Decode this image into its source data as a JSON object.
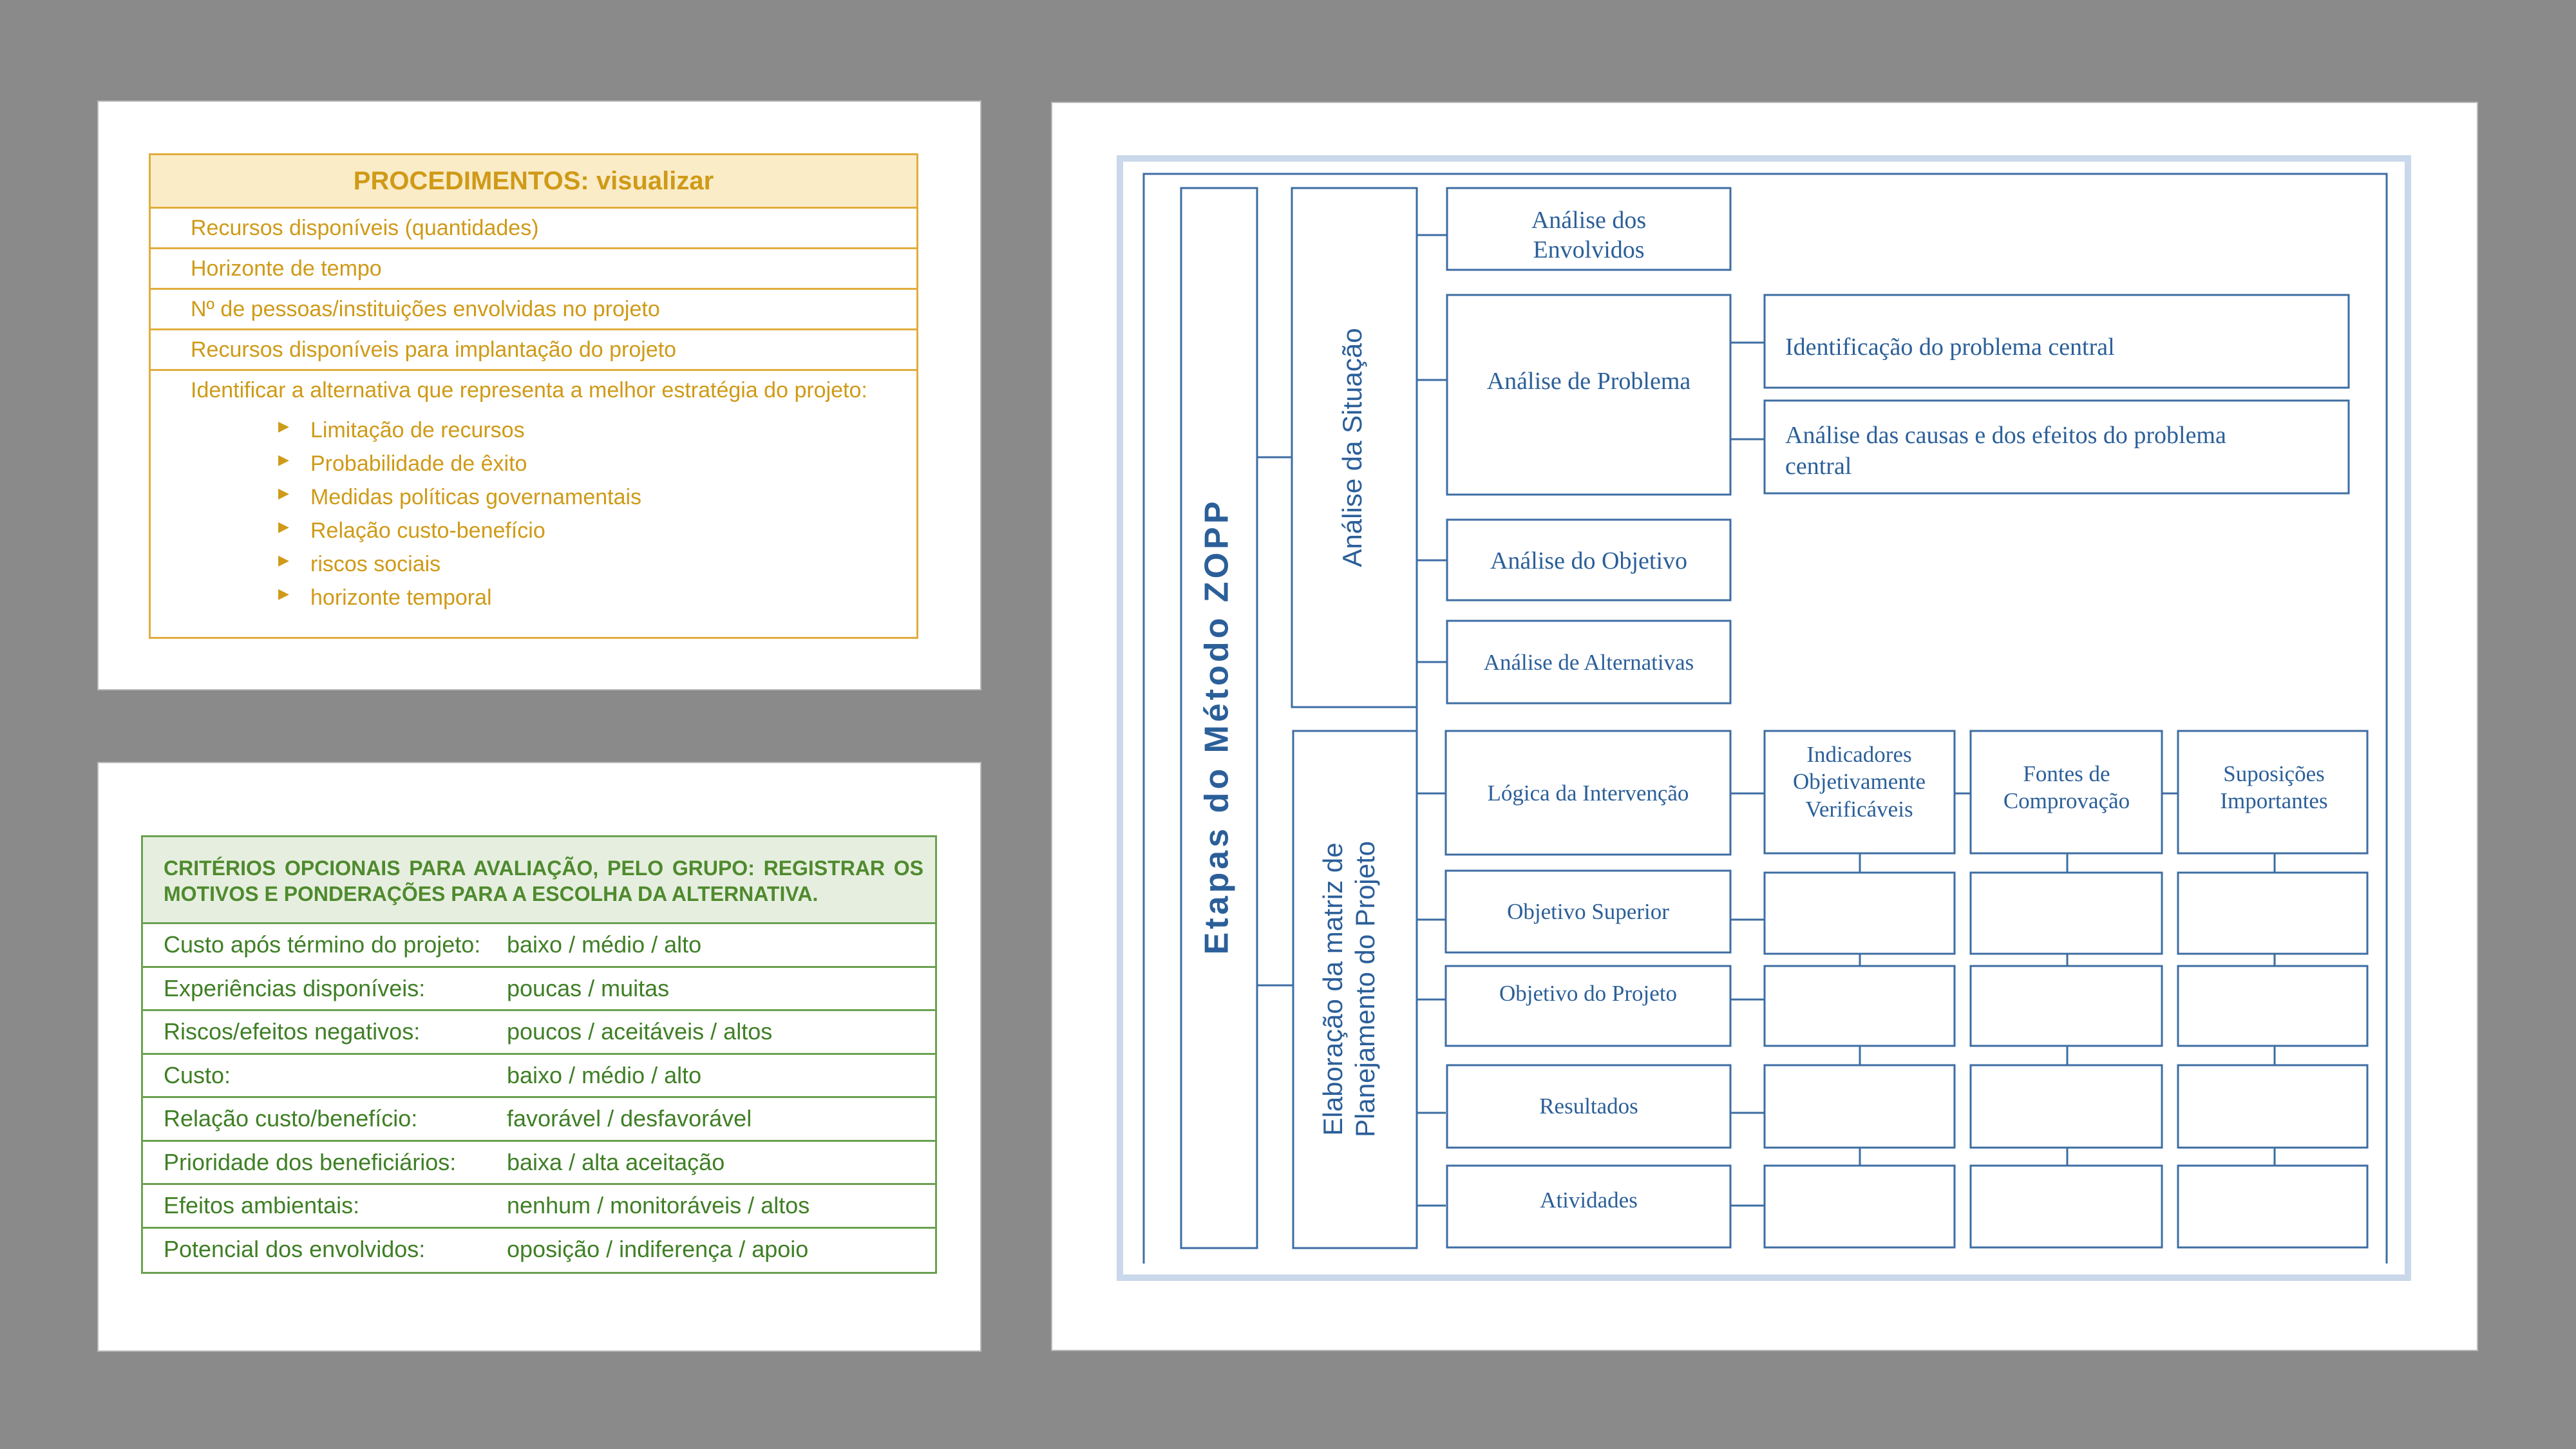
{
  "procedures": {
    "title": "PROCEDIMENTOS: visualizar",
    "rows": [
      "Recursos disponíveis (quantidades)",
      "Horizonte de tempo",
      "Nº de pessoas/instituições envolvidas no projeto",
      "Recursos disponíveis para implantação do projeto"
    ],
    "alternative_heading": "Identificar a alternativa que representa a melhor estratégia do projeto:",
    "bullets": [
      "Limitação de recursos",
      "Probabilidade de êxito",
      "Medidas políticas governamentais",
      "Relação custo-benefício",
      "riscos sociais",
      "horizonte temporal"
    ],
    "bullet_glyph": "▶",
    "colors": {
      "text": "#cf9a17",
      "border": "#e0ad3c",
      "header_bg": "#fbecc8"
    }
  },
  "criteria": {
    "title": "CRITÉRIOS OPCIONAIS PARA AVALIAÇÃO, PELO GRUPO: REGISTRAR OS MOTIVOS E PONDERAÇÕES PARA A ESCOLHA DA ALTERNATIVA.",
    "rows": [
      {
        "label": "Custo após término do projeto:",
        "value": "baixo / médio / alto"
      },
      {
        "label": "Experiências disponíveis:",
        "value": "poucas / muitas"
      },
      {
        "label": "Riscos/efeitos negativos:",
        "value": "poucos / aceitáveis / altos"
      },
      {
        "label": "Custo:",
        "value": "baixo / médio / alto"
      },
      {
        "label": "Relação custo/benefício:",
        "value": "favorável / desfavorável"
      },
      {
        "label": "Prioridade dos beneficiários:",
        "value": "baixa / alta aceitação"
      },
      {
        "label": "Efeitos ambientais:",
        "value": "nenhum / monitoráveis / altos"
      },
      {
        "label": "Potencial dos envolvidos:",
        "value": "oposição / indiferença / apoio"
      }
    ],
    "colors": {
      "text": "#3f7f25",
      "border": "#6aa150",
      "header_bg": "#e6efdf"
    }
  },
  "zopp": {
    "main_title": "Etapas do Método ZOPP",
    "situation": {
      "title": "Análise da Situação",
      "envolvidos": [
        "Análise dos",
        "Envolvidos"
      ],
      "problema": "Análise de Problema",
      "problema_items": {
        "central": "Identificação do problema central",
        "causas": [
          "Análise das causas e dos efeitos do problema",
          "central"
        ]
      },
      "objetivo": "Análise do Objetivo",
      "alternativas": "Análise de Alternativas"
    },
    "matrix": {
      "title": [
        "Elaboração da matriz de",
        "Planejamento do Projeto"
      ],
      "logica": "Lógica da Intervenção",
      "columns": {
        "indicadores": [
          "Indicadores",
          "Objetivamente",
          "Verificáveis"
        ],
        "fontes": [
          "Fontes de",
          "Comprovação"
        ],
        "suposicoes": [
          "Suposições",
          "Importantes"
        ]
      },
      "rows": [
        "Objetivo Superior",
        "Objetivo do Projeto",
        "Resultados",
        "Atividades"
      ]
    },
    "colors": {
      "line": "#3d6da3",
      "text": "#2b5f99",
      "frame": "#c9d8ea"
    }
  }
}
